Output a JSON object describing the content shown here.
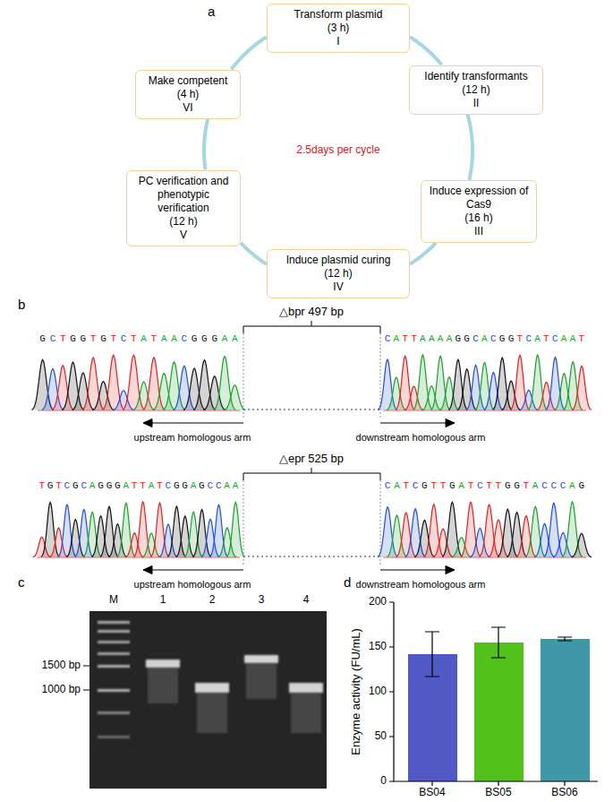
{
  "diagram": {
    "nodes": [
      {
        "text": [
          "Transform plasmid",
          "(3 h)",
          "I"
        ]
      },
      {
        "text": [
          "Identify transformants",
          "(12 h)",
          "II"
        ]
      },
      {
        "text": [
          "Induce expression of Cas9",
          "(16 h)",
          "III"
        ]
      },
      {
        "text": [
          "Induce plasmid curing",
          "(12 h)",
          "IV"
        ]
      },
      {
        "text": [
          "PC verification and phenotypic verification",
          "(12 h)",
          "V"
        ]
      },
      {
        "text": [
          "Make competent",
          "(4 h)",
          "VI"
        ]
      }
    ],
    "edges": [
      {
        "from": 0,
        "to": 1,
        "arrow": "none"
      },
      {
        "from": 1,
        "to": 2,
        "arrow": "none"
      },
      {
        "from": 2,
        "to": 3,
        "arrow": "none"
      },
      {
        "from": 3,
        "to": 4,
        "arrow": "none"
      },
      {
        "from": 4,
        "to": 5,
        "arrow": "none"
      },
      {
        "from": 5,
        "to": 0,
        "arrow": "none"
      }
    ],
    "labels": [
      "a",
      "2.5days per cycle",
      "b",
      "△bpr 497 bp",
      "GCTGGTGTCTATAACGGGAA",
      "CATTAAAAGGCACGGTCATCAAT",
      "upstream homologous arm",
      "downstream homologous arm",
      "△epr 525 bp",
      "TGTCGCAGGGATTATCGGAGCCAA",
      "CATCGTTGATCTTGGTACCCAG",
      "upstream homologous arm",
      "downstream homologous arm",
      "c",
      "M",
      "1",
      "2",
      "3",
      "4",
      "1500 bp",
      "1000 bp",
      "d",
      "Enzyme activity (FU/mL)",
      "200",
      "150",
      "100",
      "50",
      "0",
      "BS04",
      "BS05",
      "BS06"
    ]
  }
}
